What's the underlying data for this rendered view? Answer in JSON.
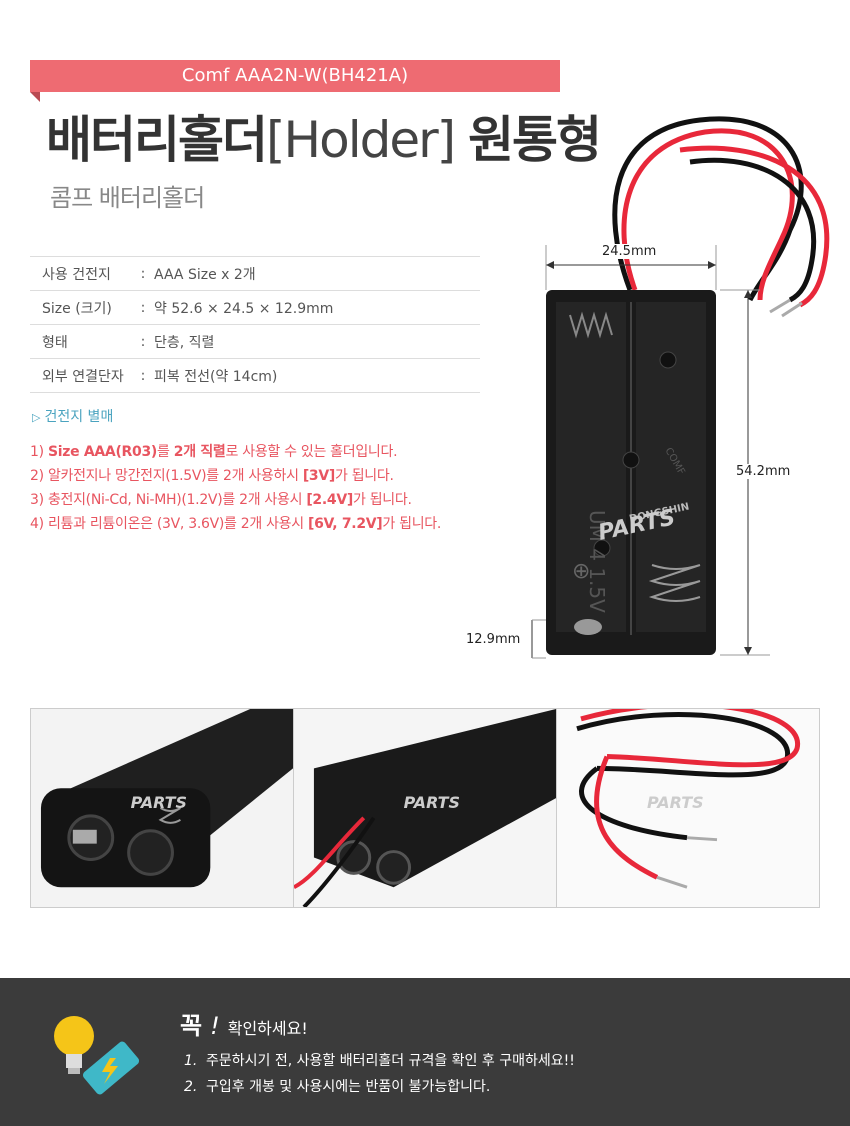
{
  "model_tag": "Comf AAA2N-W(BH421A)",
  "title": {
    "bold_part": "배터리홀더",
    "light_part": "[Holder]",
    "bold_suffix": "원통형"
  },
  "subtitle": "콤프 배터리홀더",
  "specs": [
    {
      "label": "사용 건전지",
      "value": "AAA Size x 2개"
    },
    {
      "label": "Size (크기)",
      "value": "약 52.6 × 24.5 × 12.9mm"
    },
    {
      "label": "형태",
      "value": "단층, 직렬"
    },
    {
      "label": "외부 연결단자",
      "value": "피복 전선(약 14cm)"
    }
  ],
  "spec_colon": ":",
  "sold_separately": "건전지 별매",
  "notes": [
    {
      "num": "1)",
      "pre": "",
      "bold1": "Size AAA(R03)",
      "mid": "를 ",
      "bold2": "2개 직렬",
      "post": "로 사용할 수 있는 홀더입니다."
    },
    {
      "num": "2)",
      "pre": "알카전지나 망간전지(1.5V)를 2개 사용하시 ",
      "bold1": "[3V]",
      "mid": "가 됩니다.",
      "bold2": "",
      "post": ""
    },
    {
      "num": "3)",
      "pre": "충전지(Ni-Cd, Ni-MH)(1.2V)를 2개 사용시 ",
      "bold1": "[2.4V]",
      "mid": "가 됩니다.",
      "bold2": "",
      "post": ""
    },
    {
      "num": "4)",
      "pre": "리튬과 리튬이온은 (3V, 3.6V)를 2개 사용시 ",
      "bold1": "[6V, 7.2V]",
      "mid": "가 됩니다.",
      "bold2": "",
      "post": ""
    }
  ],
  "dimensions": {
    "width": "24.5mm",
    "height": "54.2mm",
    "depth": "12.9mm"
  },
  "holder_markings": {
    "cell_label": "UM 4  1.5V",
    "brand": "COMF",
    "watermark_top": "DONGSHIN",
    "watermark_bottom": "PARTS",
    "plus_sign": "⊕"
  },
  "footer": {
    "heading_big": "꼭",
    "heading_bang": "!",
    "heading_rest": "확인하세요!",
    "items": [
      {
        "num": "1.",
        "text": "주문하시기 전, 사용할 배터리홀더 규격을 확인 후 구매하세요!!"
      },
      {
        "num": "2.",
        "text": "구입후 개봉 및 사용시에는 반품이 불가능합니다."
      }
    ]
  },
  "colors": {
    "accent_pink": "#ee6b72",
    "note_red": "#e85560",
    "link_blue": "#4aa3bf",
    "footer_bg": "#3b3b3b",
    "wire_red": "#e8283a",
    "wire_black": "#111111"
  },
  "icons": {
    "sold_marker": "▷",
    "footer_icon": "lightbulb-battery-icon"
  }
}
